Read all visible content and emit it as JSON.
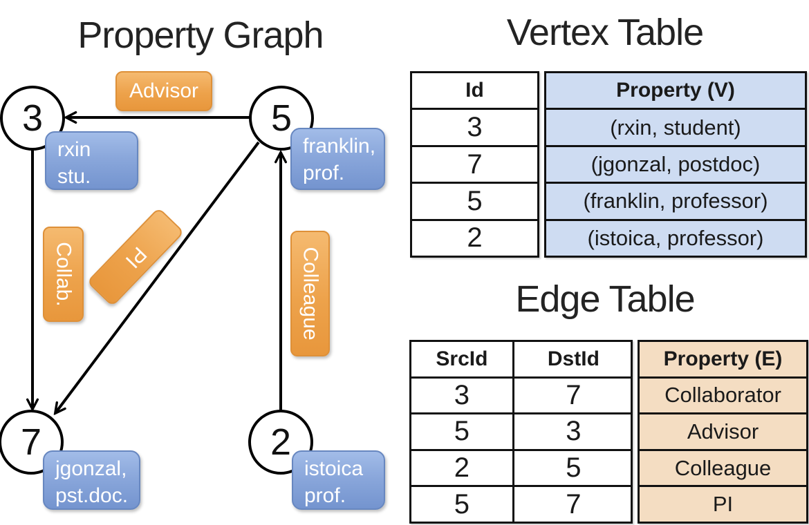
{
  "graph": {
    "title": "Property Graph",
    "nodes": [
      {
        "id": "3",
        "property_lines": [
          "rxin",
          "stu."
        ]
      },
      {
        "id": "5",
        "property_lines": [
          "franklin,",
          "prof."
        ]
      },
      {
        "id": "7",
        "property_lines": [
          "jgonzal,",
          "pst.doc."
        ]
      },
      {
        "id": "2",
        "property_lines": [
          "istoica",
          "prof."
        ]
      }
    ],
    "edges": [
      {
        "from": "5",
        "to": "3",
        "label": "Advisor"
      },
      {
        "from": "3",
        "to": "7",
        "label": "Collab."
      },
      {
        "from": "5",
        "to": "7",
        "label": "PI"
      },
      {
        "from": "2",
        "to": "5",
        "label": "Colleague"
      }
    ]
  },
  "vertex_table": {
    "title": "Vertex Table",
    "headers": {
      "id": "Id",
      "property": "Property (V)"
    },
    "rows": [
      {
        "id": "3",
        "property": "(rxin, student)"
      },
      {
        "id": "7",
        "property": "(jgonzal, postdoc)"
      },
      {
        "id": "5",
        "property": "(franklin, professor)"
      },
      {
        "id": "2",
        "property": "(istoica, professor)"
      }
    ]
  },
  "edge_table": {
    "title": "Edge Table",
    "headers": {
      "src": "SrcId",
      "dst": "DstId",
      "property": "Property (E)"
    },
    "rows": [
      {
        "src": "3",
        "dst": "7",
        "property": "Collaborator"
      },
      {
        "src": "5",
        "dst": "3",
        "property": "Advisor"
      },
      {
        "src": "2",
        "dst": "5",
        "property": "Colleague"
      },
      {
        "src": "5",
        "dst": "7",
        "property": "PI"
      }
    ]
  },
  "colors": {
    "edge_label_orange": "#eda24b",
    "vertex_property_blue": "#8aa7db",
    "vertex_table_fill": "#cedcf2",
    "edge_table_fill": "#f4ddc2",
    "line_black": "#000000",
    "background": "#ffffff"
  }
}
